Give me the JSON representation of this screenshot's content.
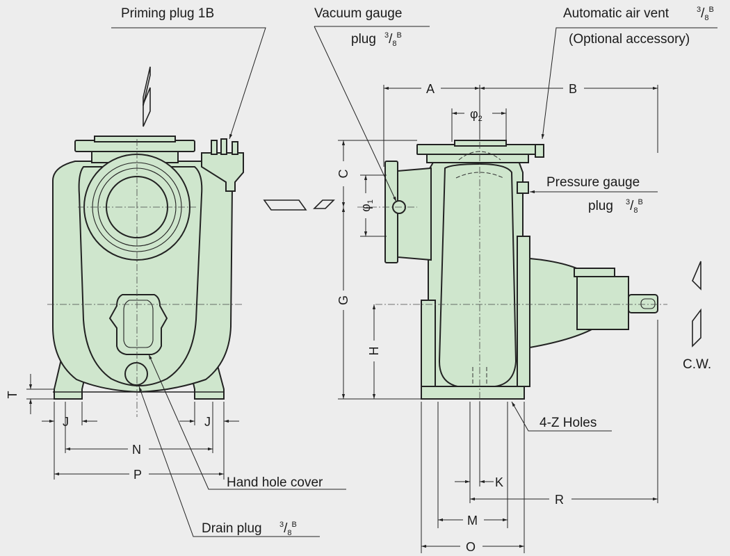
{
  "callouts": {
    "priming_plug": "Priming plug 1B",
    "vacuum_gauge_1": "Vacuum gauge",
    "vacuum_gauge_2": "plug",
    "air_vent_1": "Automatic air vent",
    "air_vent_2": "(Optional accessory)",
    "pressure_gauge_1": "Pressure gauge",
    "pressure_gauge_2": "plug",
    "hand_hole": "Hand hole cover",
    "drain_plug": "Drain plug",
    "holes": "4-Z Holes",
    "rotation": "C.W.",
    "fraction_num": "3",
    "fraction_den": "8",
    "fraction_unit": "B"
  },
  "dimensions": {
    "A": "A",
    "B": "B",
    "C": "C",
    "G": "G",
    "H": "H",
    "J_left": "J",
    "J_right": "J",
    "K": "K",
    "M": "M",
    "N": "N",
    "O": "O",
    "P": "P",
    "R": "R",
    "T": "T",
    "phi": "φ",
    "phi1_sub": "1",
    "phi2_sub": "2"
  }
}
